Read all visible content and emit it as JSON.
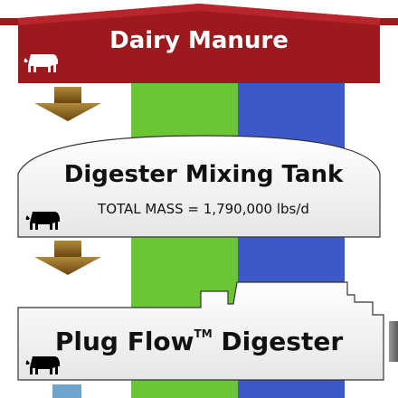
{
  "roof": {
    "label": "Dairy Manure",
    "color": "#9c1a1e"
  },
  "mixing_tank": {
    "label": "Digester Mixing Tank",
    "mass_label": "TOTAL MASS = 1,790,000 lbs/d"
  },
  "plug_flow": {
    "label": "Plug Flow",
    "trademark": "TM",
    "label_suffix": " Digester"
  },
  "streams": {
    "green": "#6cc535",
    "blue": "#3d59c7",
    "light_blue": "#6fa4cc"
  },
  "arrow_color": "#7a5412",
  "icons": [
    "cow-icon",
    "down-arrow-icon"
  ]
}
